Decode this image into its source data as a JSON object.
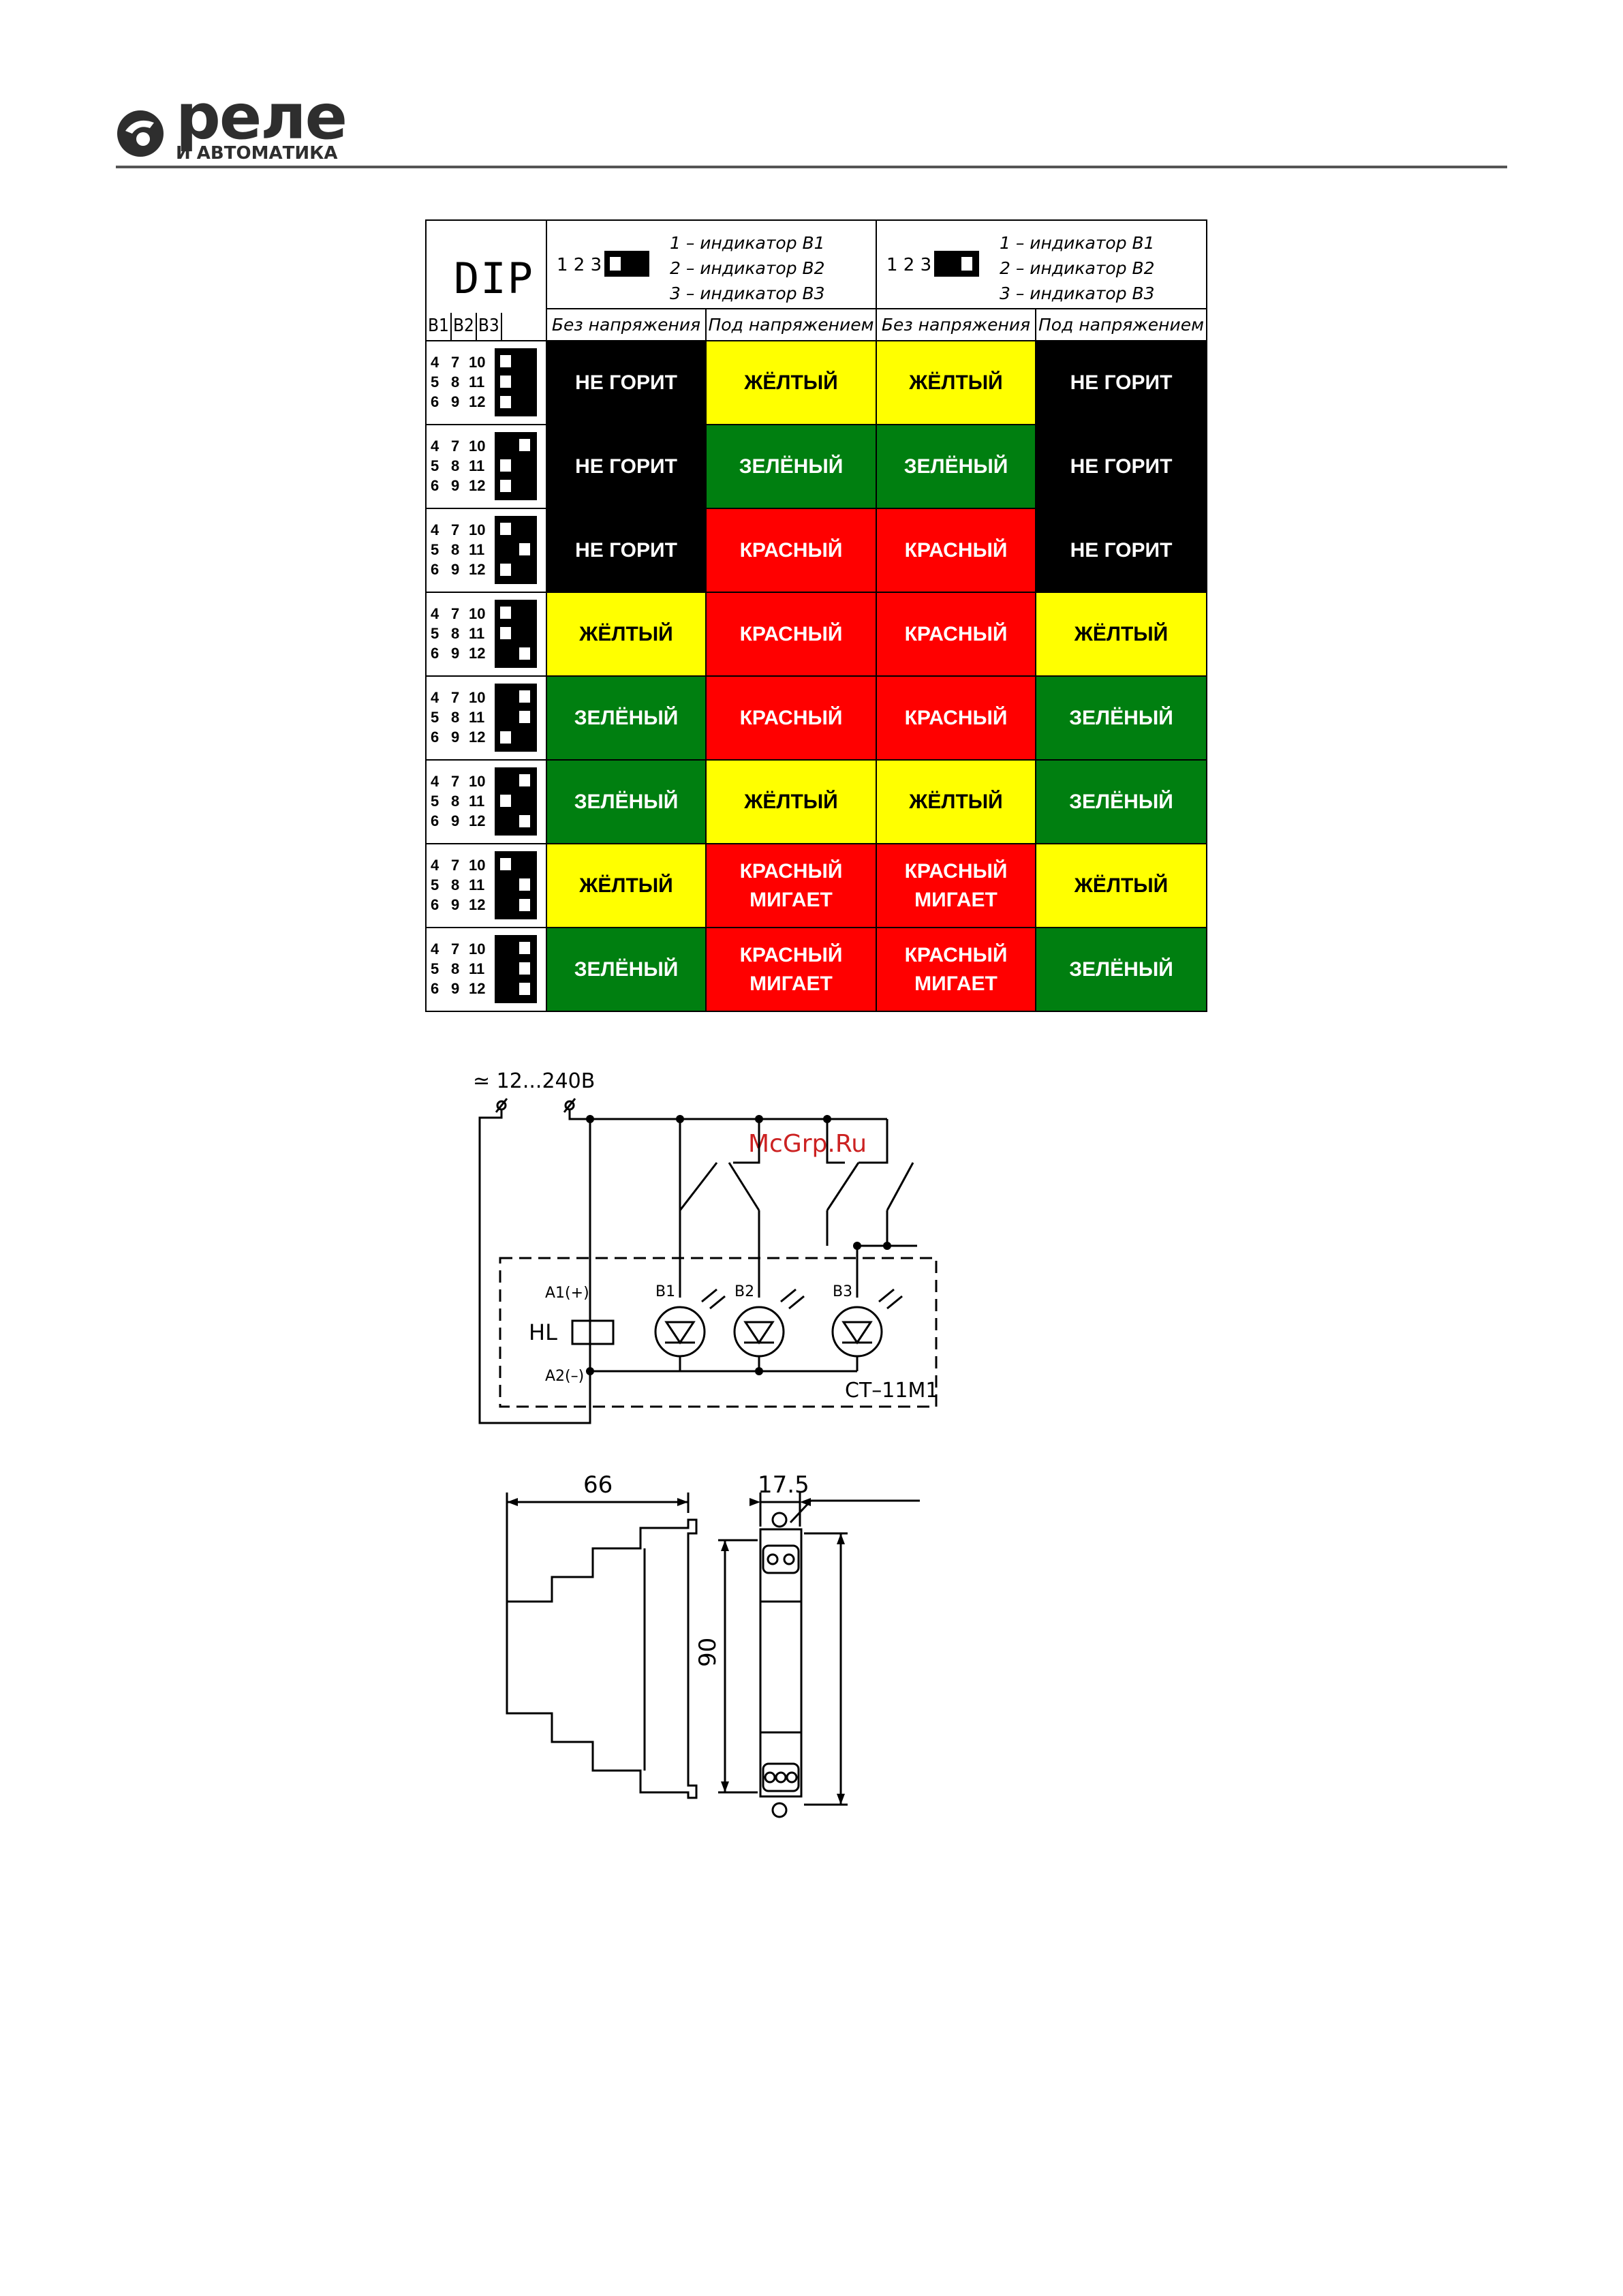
{
  "header": {
    "logo_word": "реле",
    "logo_sub": "И АВТОМАТИКА"
  },
  "table": {
    "dip_title": "DIP",
    "b_labels": [
      "B1",
      "B2",
      "B3"
    ],
    "modes": [
      {
        "numbers": "1 2 3",
        "legend": [
          "1 – индикатор В1",
          "2 – индикатор В2",
          "3 – индикатор В3"
        ]
      },
      {
        "numbers": "1 2 3",
        "legend": [
          "1 – индикатор В1",
          "2 – индикатор В2",
          "3 – индикатор В3"
        ]
      }
    ],
    "voltage": [
      "Без напряжения",
      "Под напряжением",
      "Без напряжения",
      "Под напряжением"
    ],
    "contact_cols": [
      [
        "4",
        "5",
        "6"
      ],
      [
        "7",
        "8",
        "9"
      ],
      [
        "10",
        "11",
        "12"
      ]
    ],
    "rows": [
      {
        "cells": [
          {
            "text": "НЕ ГОРИТ",
            "color": "black"
          },
          {
            "text": "ЖЁЛТЫЙ",
            "color": "yellow"
          },
          {
            "text": "ЖЁЛТЫЙ",
            "color": "yellow"
          },
          {
            "text": "НЕ ГОРИТ",
            "color": "black"
          }
        ]
      },
      {
        "cells": [
          {
            "text": "НЕ ГОРИТ",
            "color": "black"
          },
          {
            "text": "ЗЕЛЁНЫЙ",
            "color": "green"
          },
          {
            "text": "ЗЕЛЁНЫЙ",
            "color": "green"
          },
          {
            "text": "НЕ ГОРИТ",
            "color": "black"
          }
        ]
      },
      {
        "cells": [
          {
            "text": "НЕ ГОРИТ",
            "color": "black"
          },
          {
            "text": "КРАСНЫЙ",
            "color": "red"
          },
          {
            "text": "КРАСНЫЙ",
            "color": "red"
          },
          {
            "text": "НЕ ГОРИТ",
            "color": "black"
          }
        ]
      },
      {
        "cells": [
          {
            "text": "ЖЁЛТЫЙ",
            "color": "yellow"
          },
          {
            "text": "КРАСНЫЙ",
            "color": "red"
          },
          {
            "text": "КРАСНЫЙ",
            "color": "red"
          },
          {
            "text": "ЖЁЛТЫЙ",
            "color": "yellow"
          }
        ]
      },
      {
        "cells": [
          {
            "text": "ЗЕЛЁНЫЙ",
            "color": "green"
          },
          {
            "text": "КРАСНЫЙ",
            "color": "red"
          },
          {
            "text": "КРАСНЫЙ",
            "color": "red"
          },
          {
            "text": "ЗЕЛЁНЫЙ",
            "color": "green"
          }
        ]
      },
      {
        "cells": [
          {
            "text": "ЗЕЛЁНЫЙ",
            "color": "green"
          },
          {
            "text": "ЖЁЛТЫЙ",
            "color": "yellow"
          },
          {
            "text": "ЖЁЛТЫЙ",
            "color": "yellow"
          },
          {
            "text": "ЗЕЛЁНЫЙ",
            "color": "green"
          }
        ]
      },
      {
        "cells": [
          {
            "text": "ЖЁЛТЫЙ",
            "color": "yellow"
          },
          {
            "text": "КРАСНЫЙ\nМИГАЕТ",
            "color": "red"
          },
          {
            "text": "КРАСНЫЙ\nМИГАЕТ",
            "color": "red"
          },
          {
            "text": "ЖЁЛТЫЙ",
            "color": "yellow"
          }
        ]
      },
      {
        "cells": [
          {
            "text": "ЗЕЛЁНЫЙ",
            "color": "green"
          },
          {
            "text": "КРАСНЫЙ\nМИГАЕТ",
            "color": "red"
          },
          {
            "text": "КРАСНЫЙ\nМИГАЕТ",
            "color": "red"
          },
          {
            "text": "ЗЕЛЁНЫЙ",
            "color": "green"
          }
        ]
      }
    ]
  },
  "schematic": {
    "supply": "≃ 12...240В",
    "terminal_a1": "A1(+)",
    "terminal_a2": "A2(–)",
    "relay": "HL",
    "leds": [
      "B1",
      "B2",
      "B3"
    ],
    "device": "CT–11M1",
    "watermark": "McGrp.Ru"
  },
  "dimensions": {
    "width": "66",
    "depth": "17.5",
    "height": "90"
  },
  "colors": {
    "black": "#000000",
    "yellow": "#ffff00",
    "green": "#007f10",
    "red": "#ff0000"
  }
}
